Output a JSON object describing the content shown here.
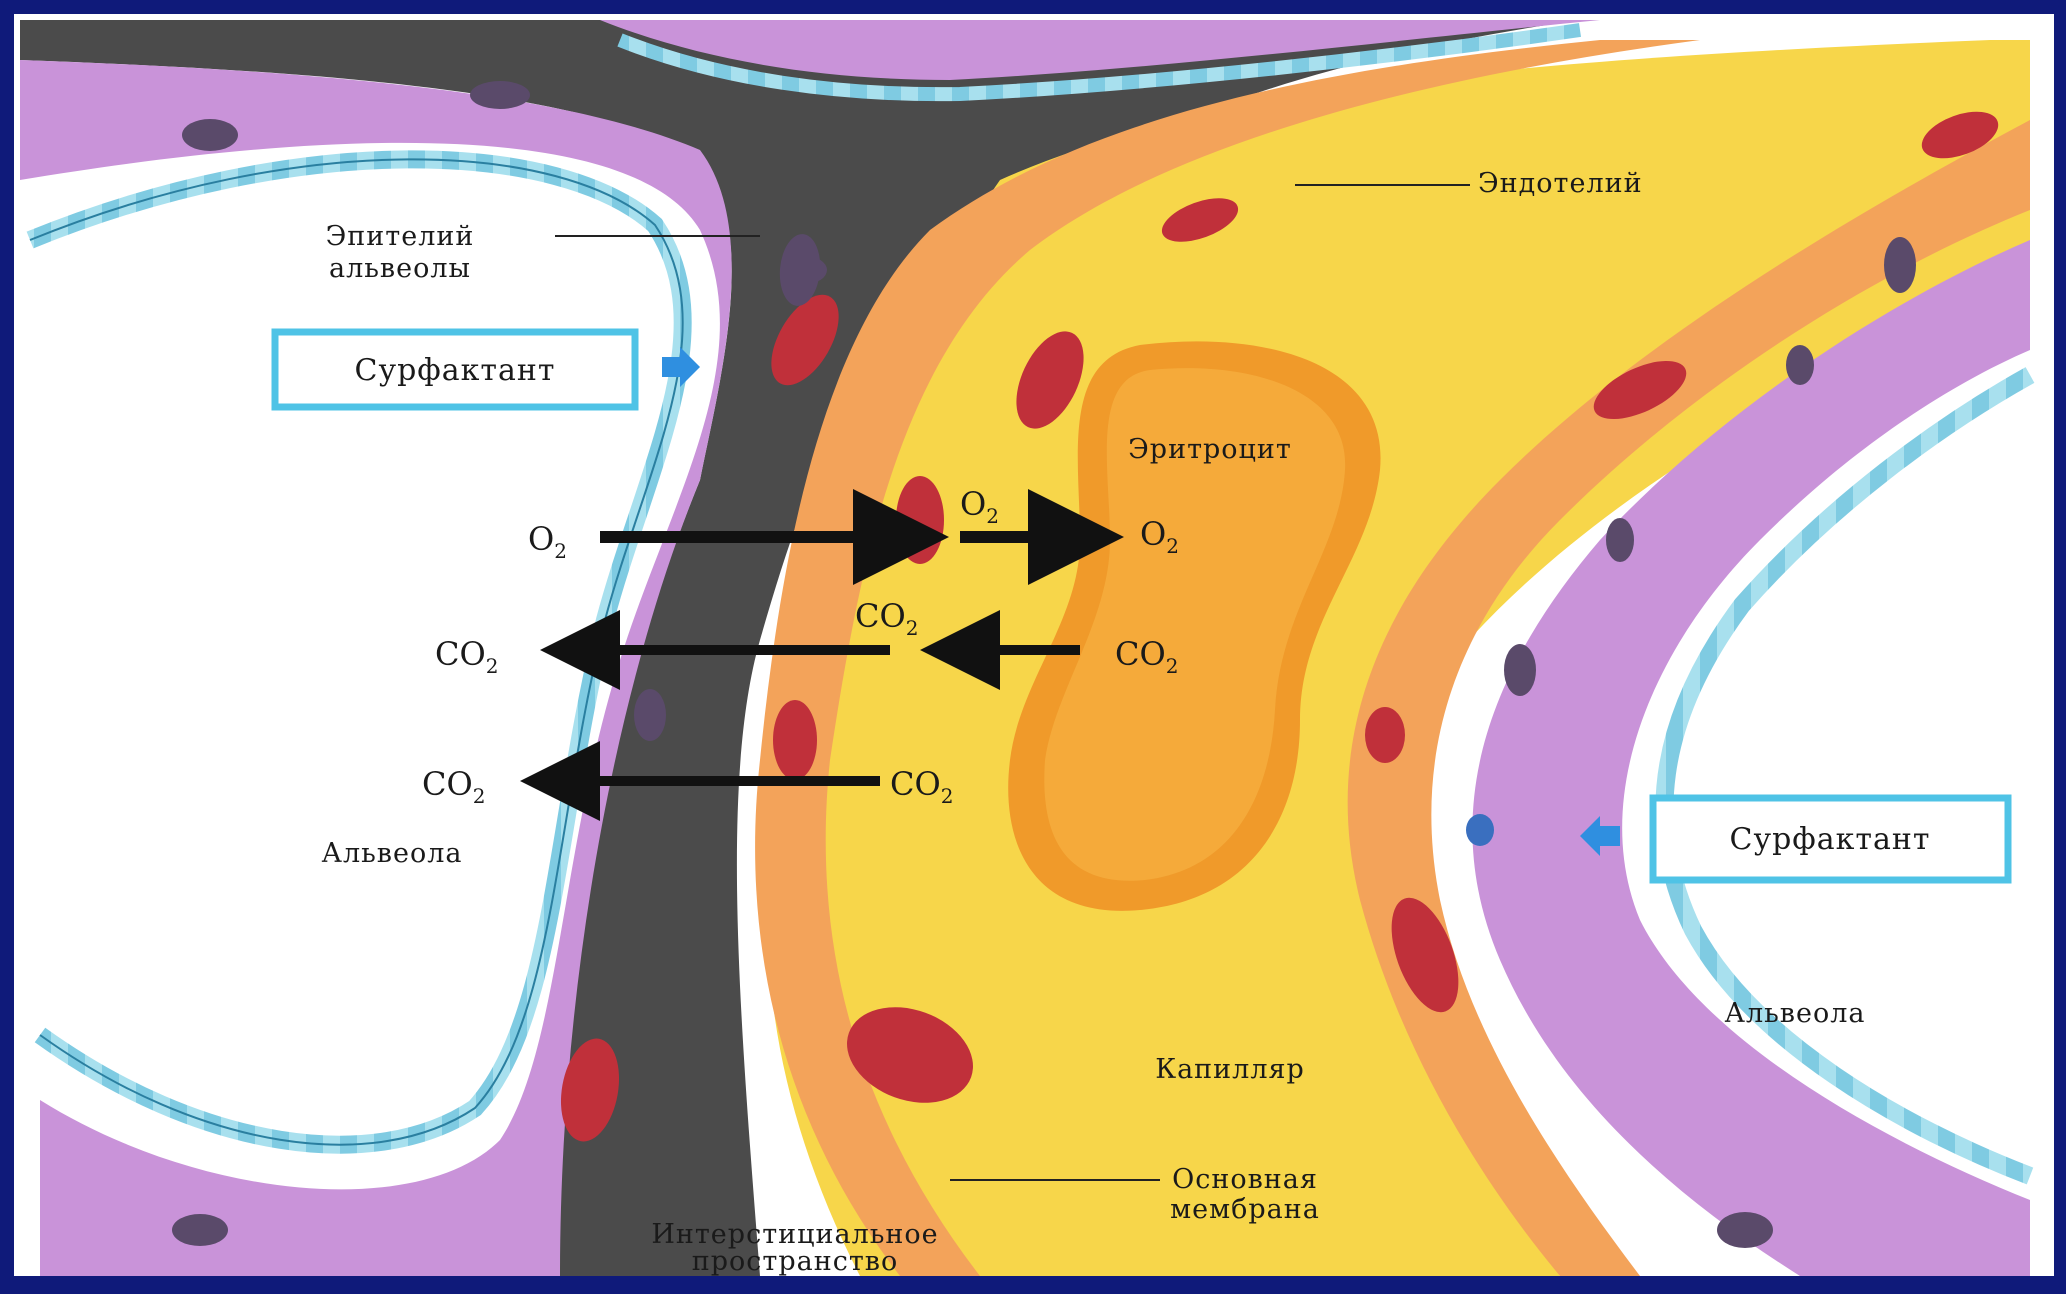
{
  "diagram": {
    "labels": {
      "endothelium": "Эндотелий",
      "epithelium_line1": "Эпителий",
      "epithelium_line2": "альвеолы",
      "surfactant_left": "Сурфактант",
      "surfactant_right": "Сурфактант",
      "erythrocyte": "Эритроцит",
      "alveola_left": "Альвеола",
      "alveola_right": "Альвеола",
      "capillary": "Капилляр",
      "membrane_line1": "Основная",
      "membrane_line2": "мембрана",
      "interstitial_line1": "Интерстициальное",
      "interstitial_line2": "пространство"
    },
    "gases": {
      "o2_base": "O",
      "o2_sub": "2",
      "co2_base": "CO",
      "co2_sub": "2"
    },
    "colors": {
      "frame": "#0f1a7a",
      "plasma": "#f7d64a",
      "endothelium": "#f3a35a",
      "epithelium": "#c993d9",
      "interstitium": "#4a4a4a",
      "surfactant_layer": "#8fd4e6",
      "erythrocyte": "#f09a2a",
      "nucleus": "#c0303a",
      "arrow": "#111111",
      "callout_border": "#4fc3e6",
      "callout_arrow": "#2f8fe0"
    }
  }
}
